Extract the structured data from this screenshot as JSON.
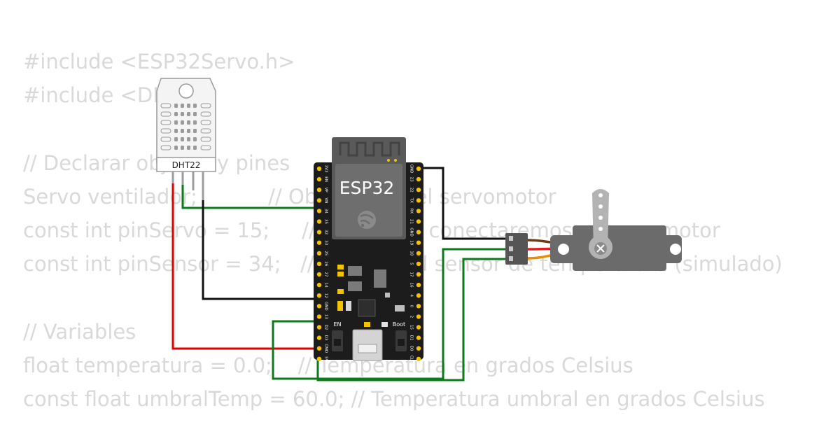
{
  "code": {
    "lines": [
      "#include <ESP32Servo.h>",
      "#include <DHT.h>",
      "",
      "// Declarar objetos y pines",
      "Servo ventilador;           // Objeto para el servomotor",
      "const int pinServo = 15;     // Pin donde conectaremos el servomotor",
      "const int pinSensor = 34;   // Pin para el sensor de temperatura (simulado)",
      "",
      "// Variables",
      "float temperatura = 0.0;    // Temperatura en grados Celsius",
      "const float umbralTemp = 60.0; // Temperatura umbral en grados Celsius"
    ]
  },
  "dht22": {
    "label": "DHT22"
  },
  "esp32": {
    "label": "ESP32",
    "en_label": "EN",
    "boot_label": "Boot",
    "left_pins": [
      "3V3",
      "EN",
      "VP",
      "VN",
      "34",
      "35",
      "32",
      "33",
      "25",
      "26",
      "27",
      "14",
      "12",
      "GND",
      "13",
      "D2",
      "D3",
      "CMD",
      "5V"
    ],
    "right_pins": [
      "GND",
      "23",
      "22",
      "TX",
      "RX",
      "21",
      "GND",
      "19",
      "18",
      "5",
      "17",
      "16",
      "4",
      "0",
      "2",
      "15",
      "D1",
      "D0",
      "CLK"
    ]
  },
  "wires": {
    "red": "#dd0000",
    "black": "#111111",
    "green": "#0a7a1a"
  },
  "colors": {
    "board": "#1c1c1c",
    "module": "#5a5a5a",
    "pin_gold": "#f2c300",
    "servo_body": "#6b6b6b",
    "servo_horn": "#b3b3b3"
  }
}
